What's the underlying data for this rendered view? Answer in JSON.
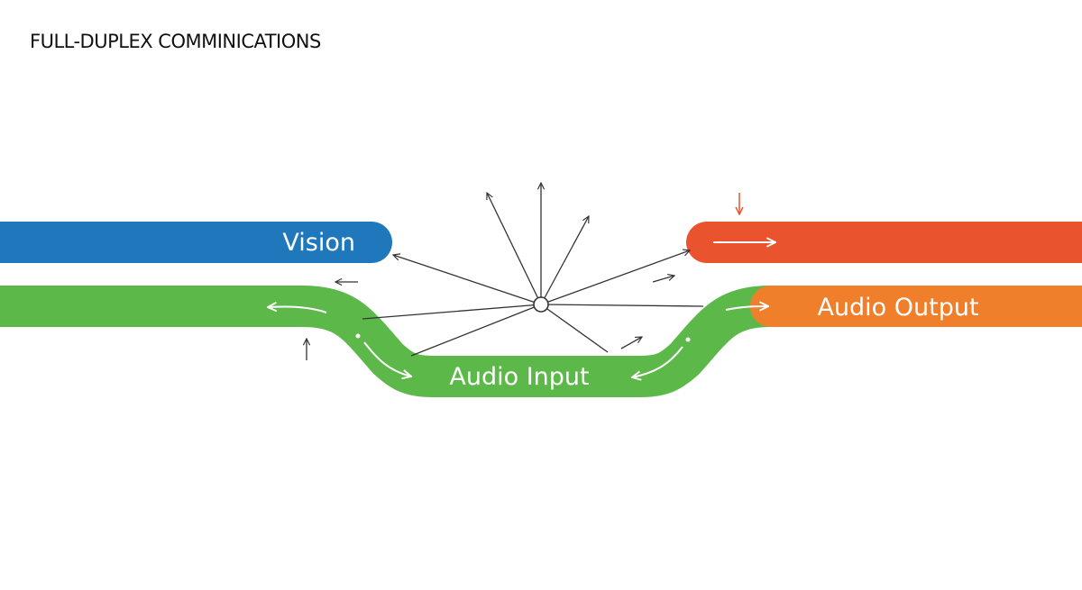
{
  "title": "FULL-DUPLEX COMMINICATIONS",
  "streams": {
    "vision": "Vision",
    "audio_input": "Audio Input",
    "audio_output": "Audio Output"
  },
  "colors": {
    "vision": "#1f78bc",
    "audio_input": "#5cb949",
    "video_output_bar": "#e9532e",
    "audio_output": "#f07f2b",
    "lines": "#333333",
    "accent_arrow": "#e9532e"
  }
}
